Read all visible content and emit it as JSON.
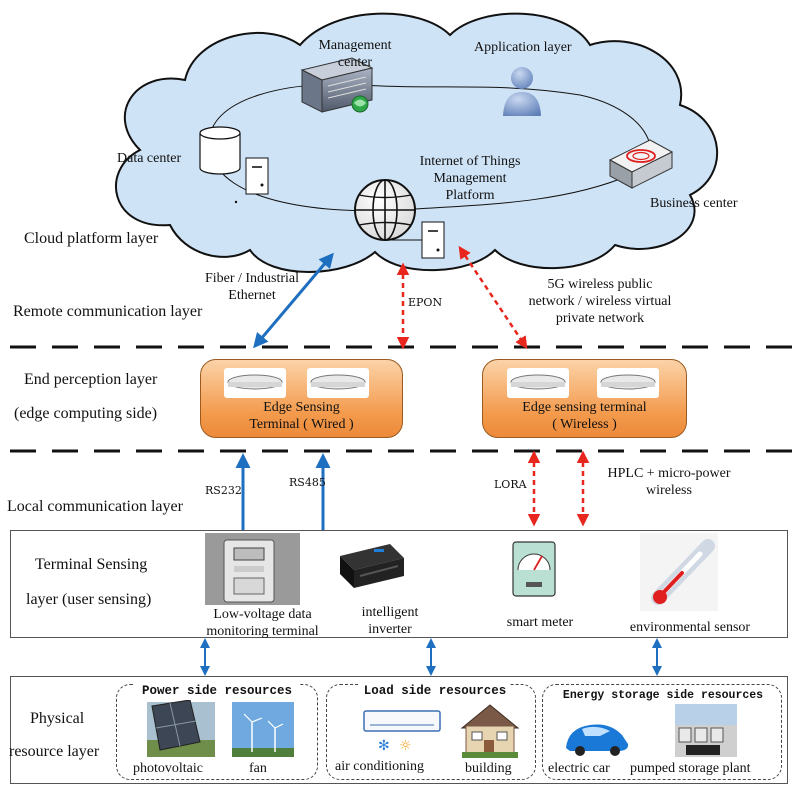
{
  "cloud": {
    "management_center": "Management\ncenter",
    "application_layer": "Application layer",
    "data_center": "Data center",
    "iot_platform": "Internet of Things\nManagement\nPlatform",
    "business_center": "Business center"
  },
  "layers": {
    "cloud_platform": "Cloud platform layer",
    "remote_communication": "Remote communication layer",
    "end_perception_1": "End perception layer",
    "end_perception_2": "(edge computing side)",
    "local_communication": "Local communication layer",
    "terminal_sensing_1": "Terminal Sensing",
    "terminal_sensing_2": "layer (user sensing)",
    "physical_1": "Physical",
    "physical_2": "resource layer"
  },
  "links": {
    "fiber": "Fiber / Industrial\nEthernet",
    "epon": "EPON",
    "wireless_5g": "5G wireless public\nnetwork / wireless virtual\nprivate network",
    "rs232": "RS232",
    "rs485": "RS485",
    "lora": "LORA",
    "hplc": "HPLC + micro-power\nwireless"
  },
  "edge": {
    "wired": "Edge Sensing\nTerminal ( Wired )",
    "wireless": "Edge sensing terminal\n( Wireless )"
  },
  "terminals": {
    "low_voltage": "Low-voltage data\nmonitoring terminal",
    "inverter": "intelligent\ninverter",
    "smart_meter": "smart meter",
    "env_sensor": "environmental sensor"
  },
  "resources": {
    "power_title": "Power side resources",
    "photovoltaic": "photovoltaic",
    "fan": "fan",
    "load_title": "Load side resources",
    "air_conditioning": "air conditioning",
    "building": "building",
    "storage_title": "Energy storage side resources",
    "electric_car": "electric car",
    "pumped_storage": "pumped storage plant"
  },
  "colors": {
    "wired_arrow": "#1f6fc0",
    "wireless_arrow": "#e8261d",
    "edge_fill": "#f39a4c",
    "cloud_fill": "#cfe3f6"
  }
}
